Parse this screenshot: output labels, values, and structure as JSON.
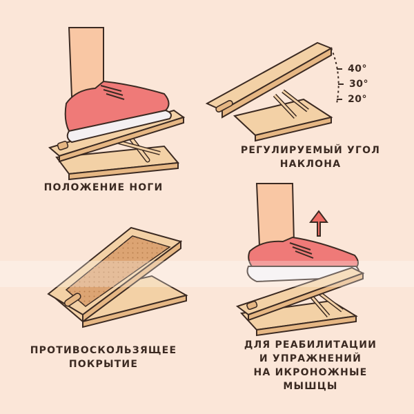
{
  "captions": {
    "foot_position": "ПОЛОЖЕНИЕ НОГИ",
    "adjustable_angle_line1": "РЕГУЛИРУЕМЫЙ УГОЛ",
    "adjustable_angle_line2": "НАКЛОНА",
    "anti_slip_line1": "ПРОТИВОСКОЛЬЗЯЩЕЕ",
    "anti_slip_line2": "ПОКРЫТИЕ",
    "rehab_line1": "ДЛЯ РЕАБИЛИТАЦИИ",
    "rehab_line2": "И УПРАЖНЕНИЙ",
    "rehab_line3": "НА ИКРОНОЖНЫЕ",
    "rehab_line4": "МЫШЦЫ"
  },
  "angles": [
    "40°",
    "30°",
    "20°"
  ],
  "colors": {
    "background": "#fbe6d8",
    "wood": "#f3d1a6",
    "wood_dark": "#e6b784",
    "outline": "#3b2a22",
    "shoe": "#ef7a78",
    "sole": "#f4f0f2",
    "skin": "#f9c7a4",
    "arrow": "#ec6b63",
    "cork": "#dca473"
  }
}
